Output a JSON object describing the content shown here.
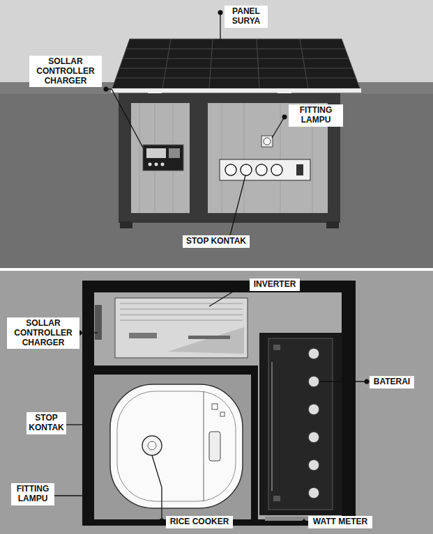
{
  "diagram": {
    "labels": [
      "PANEL SURYA",
      "SOLLAR CONTROLLER CHARGER",
      "FITTING LAMPU",
      "STOP KONTAK",
      "INVERTER",
      "SOLLAR CONTROLLER CHARGER",
      "BATERAI",
      "STOP KONTAK",
      "FITTING LAMPU",
      "RICE COOKER",
      "WATT METER"
    ]
  }
}
